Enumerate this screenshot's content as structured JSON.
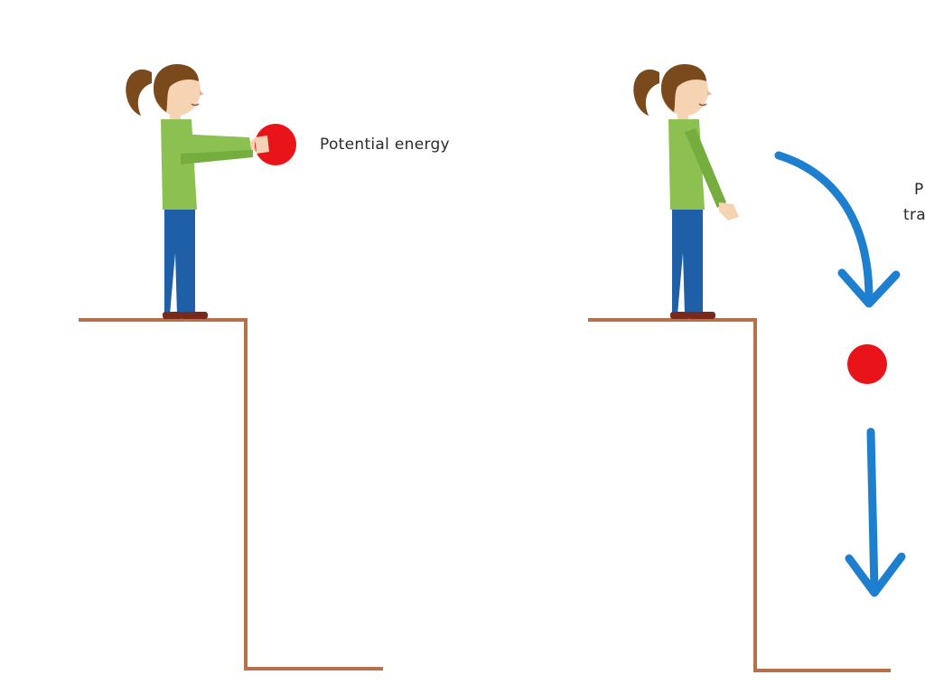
{
  "panels": {
    "left": {
      "label": "Potential energy"
    },
    "right": {
      "label_fragment_line1": "P",
      "label_fragment_line2": "tra"
    }
  },
  "colors": {
    "cliff": "#b5714a",
    "shirt": "#8cc152",
    "shirt_shade": "#76ad3f",
    "pants": "#1f5fa8",
    "hair": "#7a4a1c",
    "skin": "#f5d3b3",
    "ball": "#e8141a",
    "arrow": "#1f7fcf",
    "shoe": "#7a2a1a"
  },
  "icons": {
    "girl": "girl-holding-ball",
    "ball": "red-ball",
    "arrow": "blue-arrow"
  }
}
